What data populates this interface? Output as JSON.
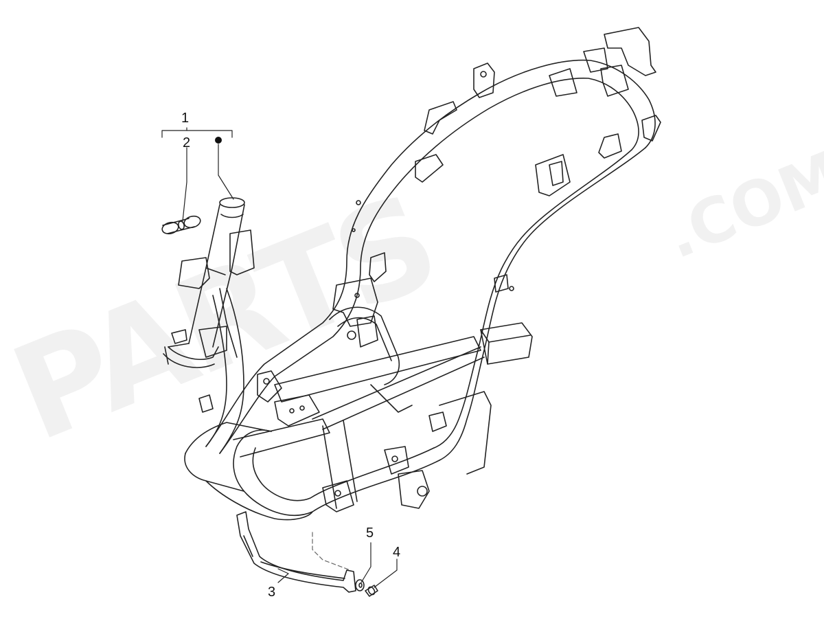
{
  "watermark": {
    "brand_text": "PARTS",
    "suffix_text": ".COM",
    "color": "#e6e6e6"
  },
  "callouts": [
    {
      "number": "1",
      "part": "frame-assembly"
    },
    {
      "number": "2",
      "part": "steering-bushing"
    },
    {
      "number": "3",
      "part": "bracket"
    },
    {
      "number": "4",
      "part": "screw"
    },
    {
      "number": "5",
      "part": "washer"
    }
  ],
  "included_marker": "•",
  "colors": {
    "line": "#222222",
    "background": "#ffffff"
  }
}
